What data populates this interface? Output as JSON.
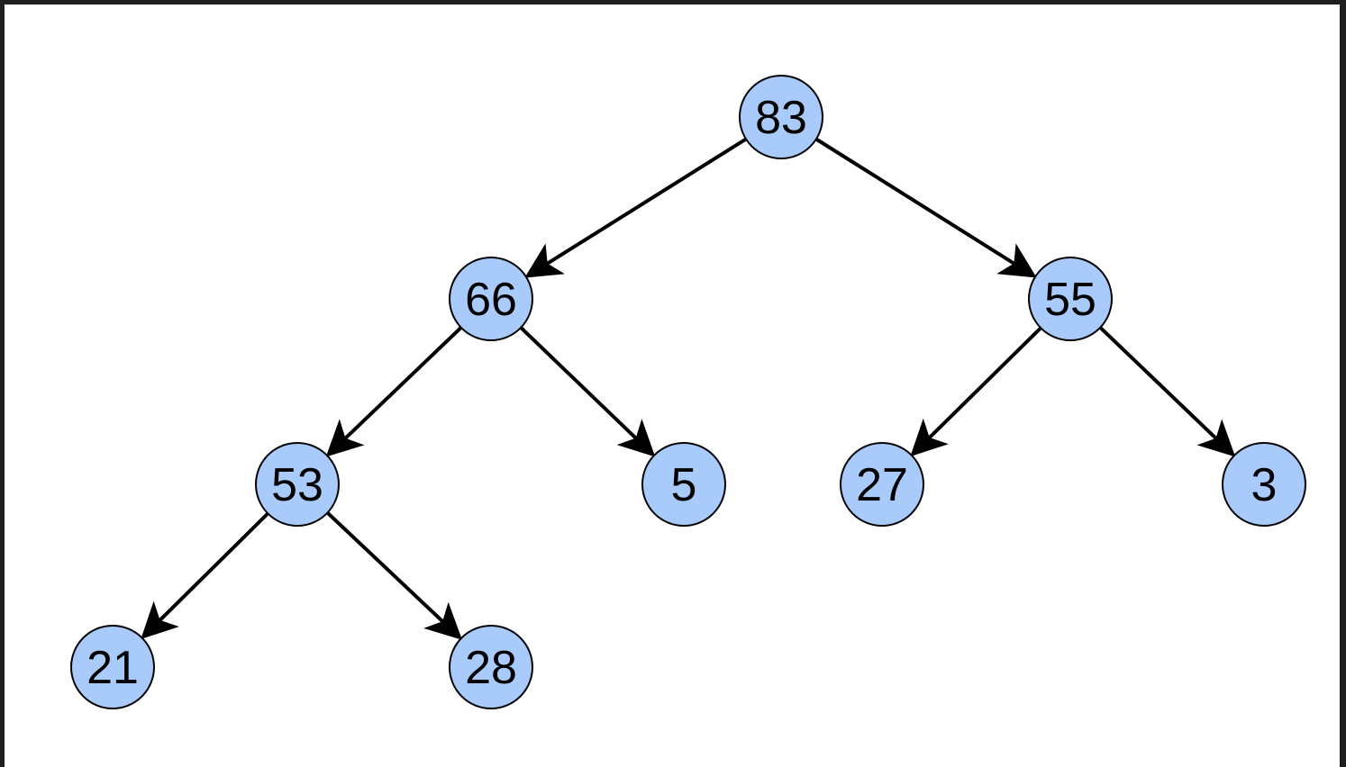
{
  "diagram": {
    "type": "binary-tree",
    "colors": {
      "node_fill": "#a8cbfb",
      "node_stroke": "#000000",
      "edge": "#000000"
    },
    "nodes": [
      {
        "id": "n83",
        "label": "83"
      },
      {
        "id": "n66",
        "label": "66"
      },
      {
        "id": "n55",
        "label": "55"
      },
      {
        "id": "n53",
        "label": "53"
      },
      {
        "id": "n5",
        "label": "5"
      },
      {
        "id": "n27",
        "label": "27"
      },
      {
        "id": "n3",
        "label": "3"
      },
      {
        "id": "n21",
        "label": "21"
      },
      {
        "id": "n28",
        "label": "28"
      }
    ],
    "edges": [
      {
        "from": "n83",
        "to": "n66"
      },
      {
        "from": "n83",
        "to": "n55"
      },
      {
        "from": "n66",
        "to": "n53"
      },
      {
        "from": "n66",
        "to": "n5"
      },
      {
        "from": "n55",
        "to": "n27"
      },
      {
        "from": "n55",
        "to": "n3"
      },
      {
        "from": "n53",
        "to": "n21"
      },
      {
        "from": "n53",
        "to": "n28"
      }
    ]
  }
}
